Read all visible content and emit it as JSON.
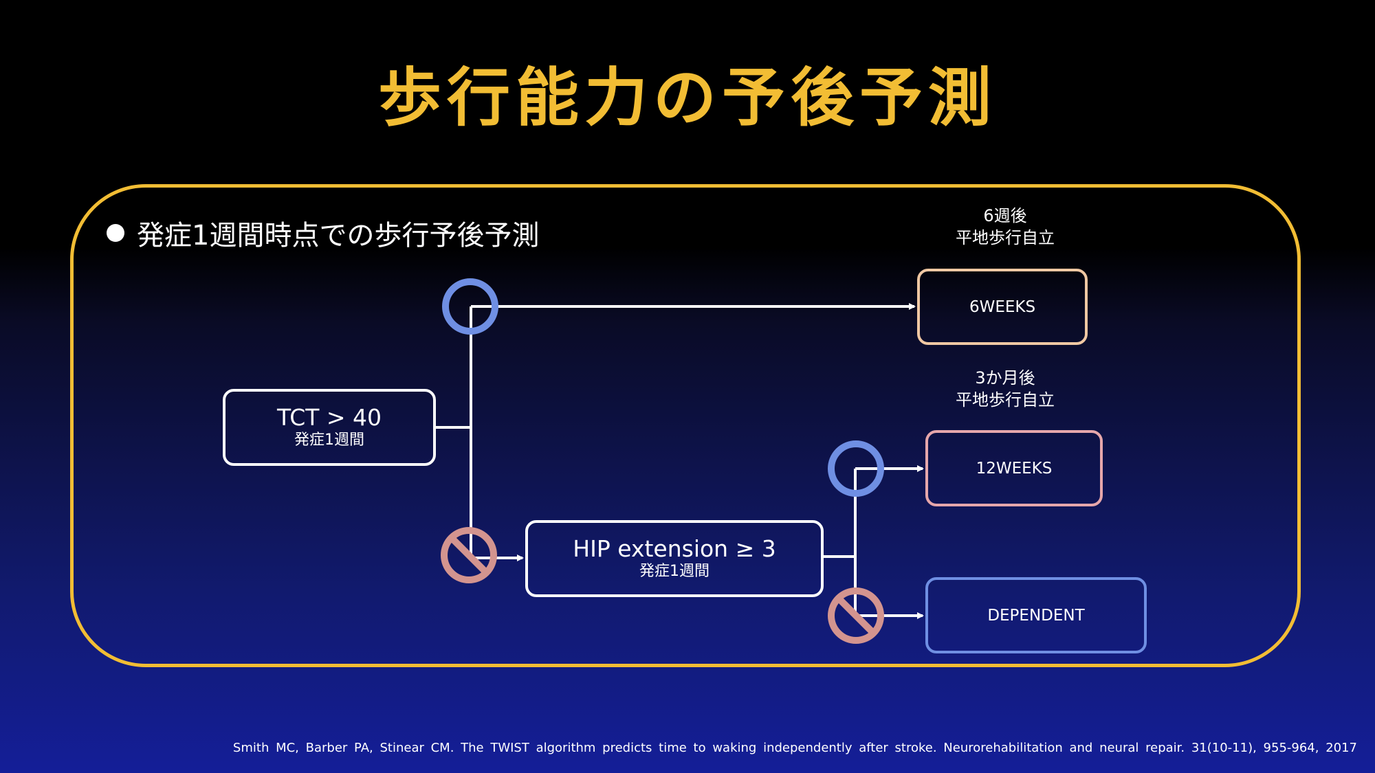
{
  "slide": {
    "title": "歩行能力の予後予測",
    "bullet": "発症1週間時点での歩行予後予測"
  },
  "nodes": {
    "tct": {
      "label": "TCT > 40",
      "sub": "発症1週間"
    },
    "hip": {
      "label": "HIP extension ≥ 3",
      "sub": "発症1週間"
    },
    "week6": {
      "label": "6WEEKS",
      "note_line1": "6週後",
      "note_line2": "平地歩行自立"
    },
    "week12": {
      "label": "12WEEKS",
      "note_line1": "3か月後",
      "note_line2": "平地歩行自立"
    },
    "dependent": {
      "label": "DEPENDENT"
    }
  },
  "symbols": {
    "yes": "circle-yes-icon",
    "no": "prohibited-no-icon"
  },
  "colors": {
    "title": "#f2bd34",
    "frame": "#f2bd34",
    "yes_circle": "#6f8fe3",
    "no_circle": "#d3948f",
    "box_6w": "#f0c8a3",
    "box_12w": "#e6a7ab",
    "box_dependent": "#6f8fe3"
  },
  "citation": "Smith MC, Barber  PA,  Stinear  CM.  The  TWIST  algorithm  predicts  time  to  waking  independently  after  stroke.  Neurorehabilitation and neural repair. 31(10-11), 955-964, 2017"
}
